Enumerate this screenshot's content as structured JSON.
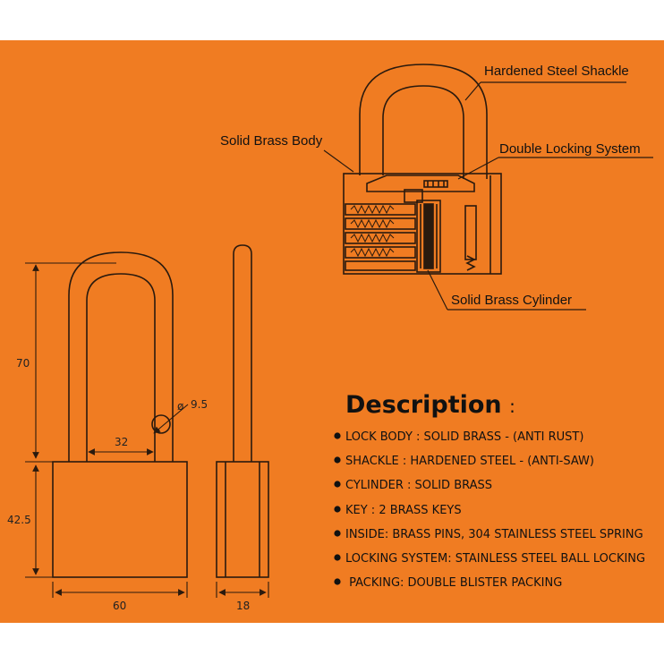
{
  "colors": {
    "background": "#f07c22",
    "line": "#2a1a0e",
    "text": "#111111"
  },
  "callouts": {
    "shackle": "Hardened Steel Shackle",
    "body": "Solid Brass Body",
    "locking": "Double Locking System",
    "cylinder": "Solid Brass Cylinder"
  },
  "dimensions": {
    "shackle_height": "70",
    "body_height": "42.5",
    "shackle_diameter": "9.5",
    "diameter_symbol": "ø",
    "shackle_width": "32",
    "body_width": "60",
    "body_depth": "18"
  },
  "description": {
    "title": "Description",
    "title_suffix": ":",
    "items": [
      "LOCK BODY : SOLID BRASS - (ANTI RUST)",
      "SHACKLE : HARDENED STEEL - (ANTI-SAW)",
      "CYLINDER : SOLID BRASS",
      "KEY : 2 BRASS KEYS",
      "INSIDE: BRASS PINS, 304 STAINLESS STEEL SPRING",
      "LOCKING SYSTEM: STAINLESS STEEL BALL LOCKING",
      " PACKING: DOUBLE BLISTER PACKING"
    ]
  }
}
